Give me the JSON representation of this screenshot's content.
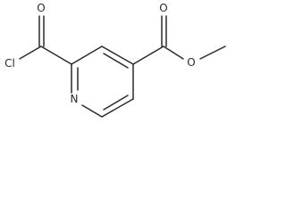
{
  "molecule": {
    "atom_labels": {
      "chlorine": "Cl",
      "acyl_chloride_oxygen": "O",
      "ring_nitrogen": "N",
      "ester_carbonyl_oxygen": "O",
      "ester_ether_oxygen": "O"
    },
    "line_color": "#2a2a2a",
    "background_color": "#ffffff"
  }
}
